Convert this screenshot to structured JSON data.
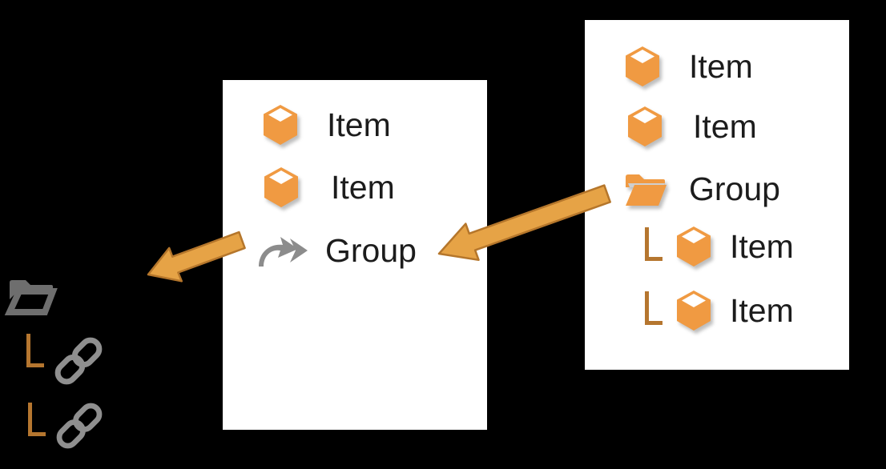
{
  "diagram_title": "group-reference-diagram",
  "colors": {
    "background": "#000000",
    "panel_background": "#ffffff",
    "text": "#1c1c1c",
    "item_orange": "#F09A42",
    "arrow_fill": "#E6A346",
    "arrow_stroke": "#B5762B",
    "tree_connector": "#B5762F",
    "gray_icon": "#8C8C8C",
    "gray_folder": "#6E6E6E"
  },
  "left_tree": {
    "root_icon": "gray-open-folder-icon",
    "children": [
      {
        "icon": "link-icon"
      },
      {
        "icon": "link-icon"
      }
    ]
  },
  "middle_panel": {
    "rows": [
      {
        "icon": "cube-icon",
        "label": "Item"
      },
      {
        "icon": "cube-icon",
        "label": "Item"
      },
      {
        "icon": "shortcut-arrow-icon",
        "label": "Group"
      }
    ]
  },
  "right_panel": {
    "rows": [
      {
        "icon": "cube-icon",
        "label": "Item"
      },
      {
        "icon": "cube-icon",
        "label": "Item"
      },
      {
        "icon": "open-folder-icon",
        "label": "Group"
      },
      {
        "icon": "cube-icon",
        "label": "Item",
        "indented": true
      },
      {
        "icon": "cube-icon",
        "label": "Item",
        "indented": true
      }
    ]
  },
  "arrows": [
    {
      "name": "arrow-from-right-group-to-middle-group",
      "direction": "left"
    },
    {
      "name": "arrow-from-middle-group-to-left-folder",
      "direction": "left"
    }
  ]
}
